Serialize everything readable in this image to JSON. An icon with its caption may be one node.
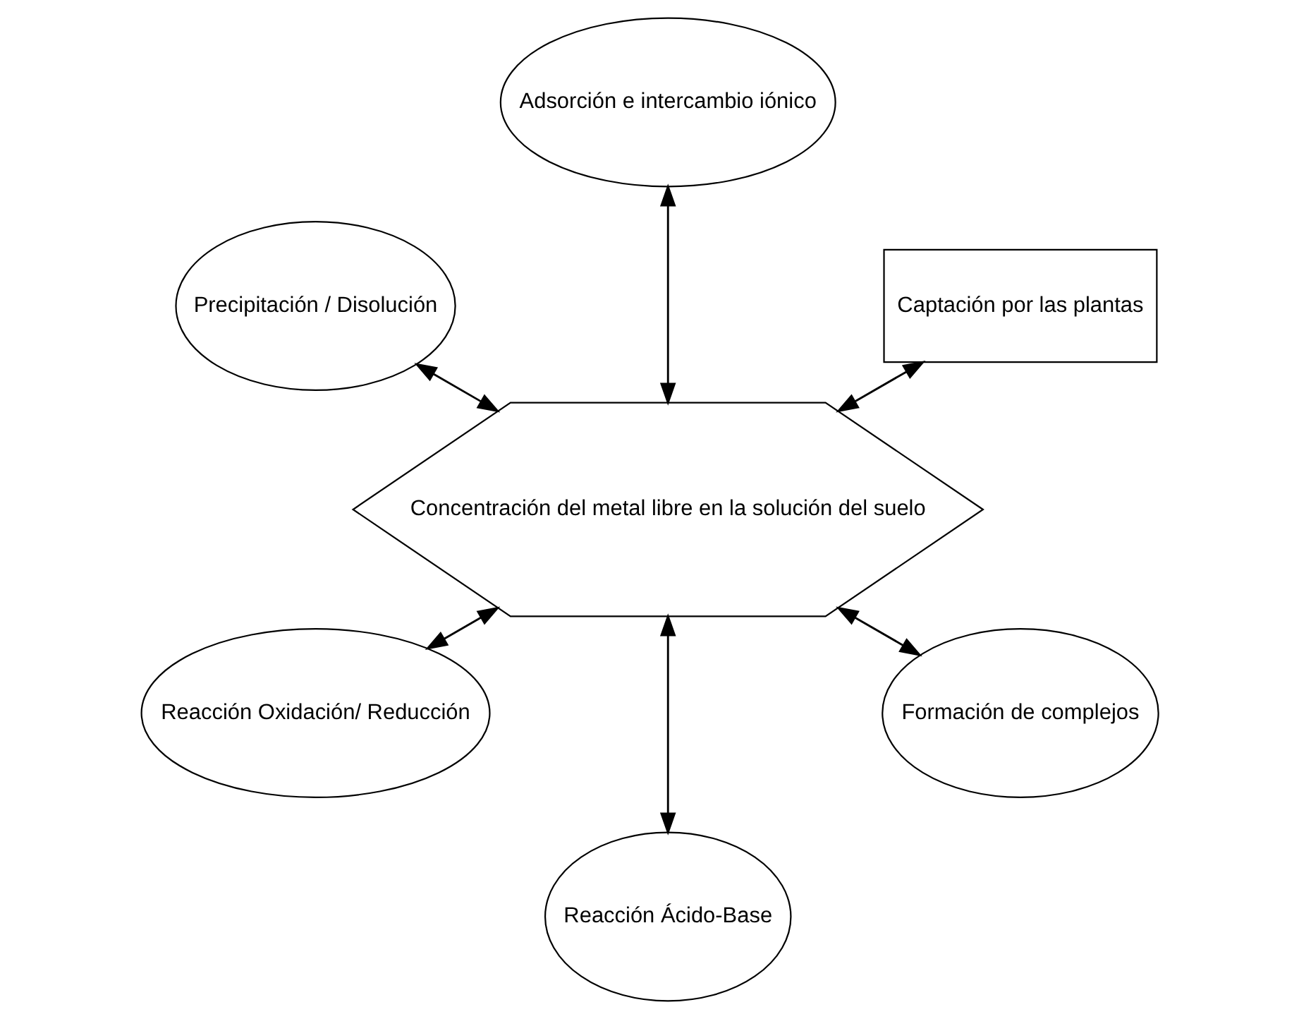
{
  "diagram": {
    "nodes": [
      {
        "text": [
          "Captación por las plantas"
        ]
      },
      {
        "text": [
          "Adsorción e intercambio iónico"
        ]
      },
      {
        "text": [
          "Precipitación / Disolución"
        ]
      },
      {
        "text": [
          "Concentración del metal libre en la solución del suelo"
        ]
      },
      {
        "text": [
          "Reacción Oxidación/ Reducción"
        ]
      },
      {
        "text": [
          "Reacción Ácido-Base"
        ]
      },
      {
        "text": [
          "Formación de complejos"
        ]
      }
    ],
    "edges": [
      {
        "from": 3,
        "to": 0,
        "arrow": "both"
      },
      {
        "from": 3,
        "to": 1,
        "arrow": "both"
      },
      {
        "from": 3,
        "to": 2,
        "arrow": "both"
      },
      {
        "from": 3,
        "to": 4,
        "arrow": "both"
      },
      {
        "from": 3,
        "to": 5,
        "arrow": "both"
      },
      {
        "from": 3,
        "to": 6,
        "arrow": "both"
      }
    ]
  }
}
